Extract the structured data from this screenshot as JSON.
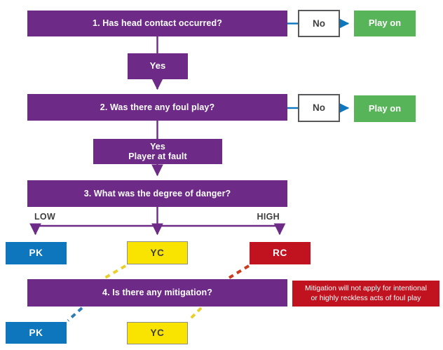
{
  "colors": {
    "purple": "#6d2b87",
    "blue": "#0e76bd",
    "green": "#58b459",
    "yellow": "#f8e400",
    "red": "#c1121f",
    "yellow_dash": "#e7cf2e",
    "red_dash": "#cc3a1f",
    "blue_dash": "#2f7db8",
    "dark_text": "#414042",
    "no_box_border": "#58595b",
    "yc_border": "#8d8d8f"
  },
  "nodes": {
    "q1": "1. Has head contact occurred?",
    "q1_no": "No",
    "q1_play_on": "Play on",
    "q1_yes": "Yes",
    "q2": "2. Was there any foul play?",
    "q2_no": "No",
    "q2_play_on": "Play on",
    "q2_yes_line1": "Yes",
    "q2_yes_line2": "Player at fault",
    "q3": "3. What was the degree of danger?",
    "low_label": "LOW",
    "high_label": "HIGH",
    "danger_low_outcome": "PK",
    "danger_mid_outcome": "YC",
    "danger_high_outcome": "RC",
    "q4": "4. Is there any mitigation?",
    "note_line1": "Mitigation will not apply for intentional",
    "note_line2": "or highly reckless acts of foul play",
    "mitigated_pk": "PK",
    "mitigated_yc": "YC"
  }
}
